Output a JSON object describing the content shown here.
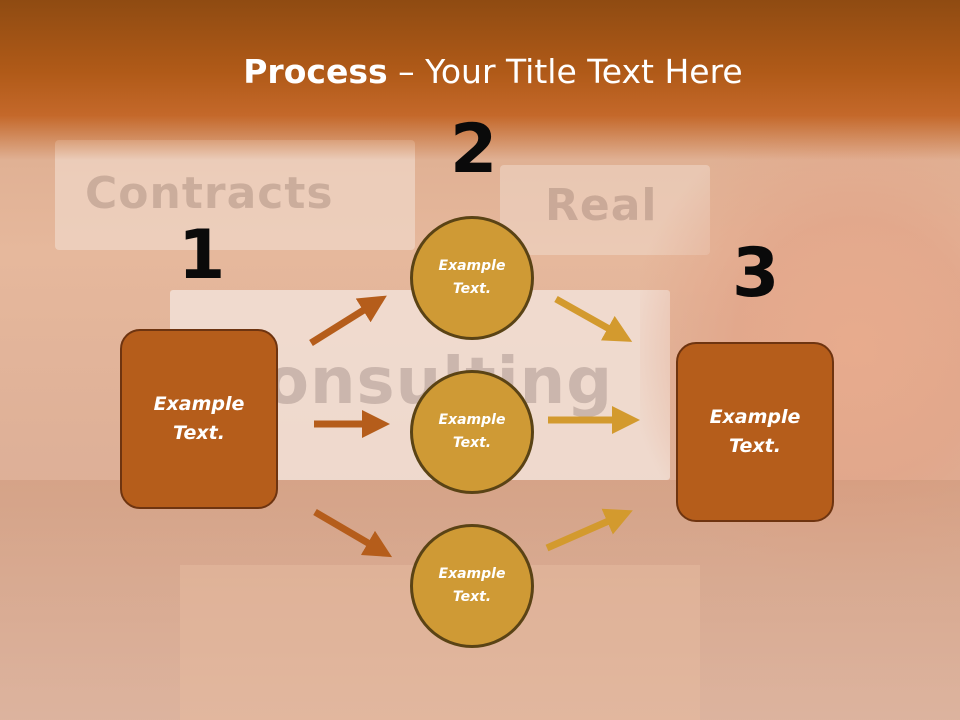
{
  "slide": {
    "title_bold": "Process",
    "title_rest": " – Your Title Text Here",
    "background_words": [
      "Contracts",
      "Real",
      "onsulting"
    ]
  },
  "steps": [
    {
      "number": "1",
      "text": "Example\nText."
    },
    {
      "number": "2",
      "items": [
        "Example\nText.",
        "Example\nText.",
        "Example\nText."
      ]
    },
    {
      "number": "3",
      "text": "Example\nText."
    }
  ],
  "colors": {
    "header": "#b05a18",
    "box_fill": "#b55d1b",
    "circle_fill": "#cf9a35",
    "arrow_left": "#b55d1b",
    "arrow_right": "#d39a2e"
  }
}
